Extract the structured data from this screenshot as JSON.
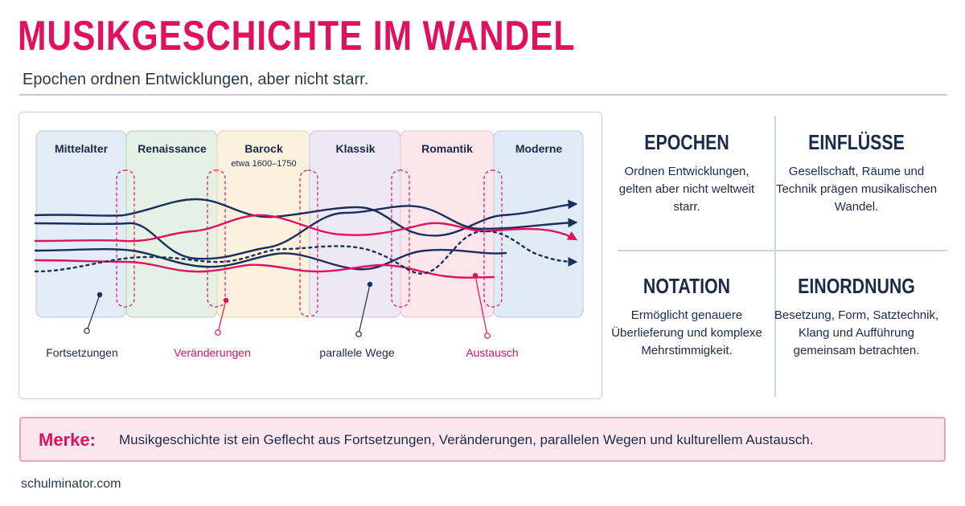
{
  "header": {
    "title": "MUSIKGESCHICHTE IM WANDEL",
    "subtitle": "Epochen ordnen Entwicklungen, aber nicht starr."
  },
  "diagram": {
    "epochs": [
      {
        "name": "Mittelalter",
        "sub": "",
        "color": "#e3ecf6"
      },
      {
        "name": "Renaissance",
        "sub": "",
        "color": "#e4f1e4"
      },
      {
        "name": "Barock",
        "sub": "etwa 1600–1750",
        "color": "#fcf1dc"
      },
      {
        "name": "Klassik",
        "sub": "",
        "color": "#ece8f4"
      },
      {
        "name": "Romantik",
        "sub": "",
        "color": "#fbe6ec"
      },
      {
        "name": "Moderne",
        "sub": "",
        "color": "#e1ebf6"
      }
    ],
    "labels": [
      {
        "text": "Fortsetzungen",
        "color": "#1b2a4a"
      },
      {
        "text": "Veränderungen",
        "color": "#e0115f"
      },
      {
        "text": "parallele Wege",
        "color": "#1b2a4a"
      },
      {
        "text": "Austausch",
        "color": "#e0115f"
      }
    ],
    "colors": {
      "navy": "#1b2f5c",
      "accent": "#e0115f"
    }
  },
  "cards": [
    {
      "title": "EPOCHEN",
      "text": "Ordnen Entwicklungen, gelten aber nicht weltweit starr."
    },
    {
      "title": "EINFLÜSSE",
      "text": "Gesellschaft, Räume und Technik prägen musikalischen Wandel."
    },
    {
      "title": "NOTATION",
      "text": "Ermöglicht genauere Überlieferung und komplexe Mehrstimmigkeit."
    },
    {
      "title": "EINORDNUNG",
      "text": "Besetzung, Form, Satztechnik, Klang und Aufführung gemeinsam betrachten."
    }
  ],
  "merke": {
    "label": "Merke:",
    "text": "Musikgeschichte ist ein Geflecht aus Fortsetzungen, Veränderungen, parallelen Wegen und kulturellem Austausch."
  },
  "footer": "schulminator.com"
}
